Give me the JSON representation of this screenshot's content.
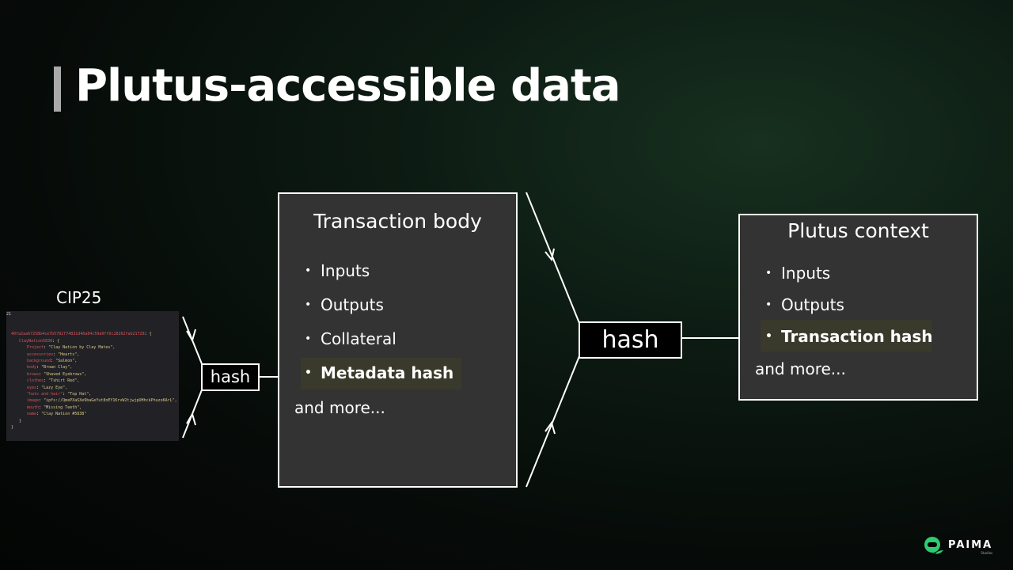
{
  "title": "Plutus-accessible data",
  "cip_label": "CIP25",
  "code": {
    "line_no": "21",
    "lines": [
      {
        "k": "40fa2aa67258b4ce7b5782f74831d46a84c59a0ff0c28262fab21728",
        "v": "{",
        "indent": 0
      },
      {
        "k": "ClayNation5838",
        "v": "{",
        "indent": 1
      },
      {
        "k": "Project",
        "v": "\"Clay Nation by Clay Mates\",",
        "indent": 2
      },
      {
        "k": "accessories",
        "v": "\"Hearts\",",
        "indent": 2
      },
      {
        "k": "background",
        "v": "\"Salmon\",",
        "indent": 2
      },
      {
        "k": "body",
        "v": "\"Brown Clay\",",
        "indent": 2
      },
      {
        "k": "brows",
        "v": "\"Shaved Eyebrows\",",
        "indent": 2
      },
      {
        "k": "clothes",
        "v": "\"Tshirt Red\",",
        "indent": 2
      },
      {
        "k": "eyes",
        "v": "\"Lazy Eye\",",
        "indent": 2
      },
      {
        "k": "\"hats and hair\"",
        "v": "\"Top Hat\",",
        "indent": 2
      },
      {
        "k": "image",
        "v": "\"ipfs://QmePXaSXe9baGeYut8nEY1KrvW2tjwjpUHhckPhuzoKArL\",",
        "indent": 2
      },
      {
        "k": "mouth",
        "v": "\"Missing Teeth\",",
        "indent": 2
      },
      {
        "k": "name",
        "v": "\"Clay Nation #5838\"",
        "indent": 2
      },
      {
        "k": "",
        "v": "}",
        "indent": 1
      },
      {
        "k": "",
        "v": "}",
        "indent": 0
      }
    ]
  },
  "hash_small": "hash",
  "hash_big": "hash",
  "tx_body": {
    "title": "Transaction body",
    "items": [
      "Inputs",
      "Outputs",
      "Collateral",
      "Metadata hash"
    ],
    "more": "and more..."
  },
  "plutus": {
    "title": "Plutus context",
    "items": [
      "Inputs",
      "Outputs",
      "Transaction hash"
    ],
    "more": "and more..."
  },
  "logo": {
    "name": "PAIMA",
    "sub": "Studios"
  }
}
